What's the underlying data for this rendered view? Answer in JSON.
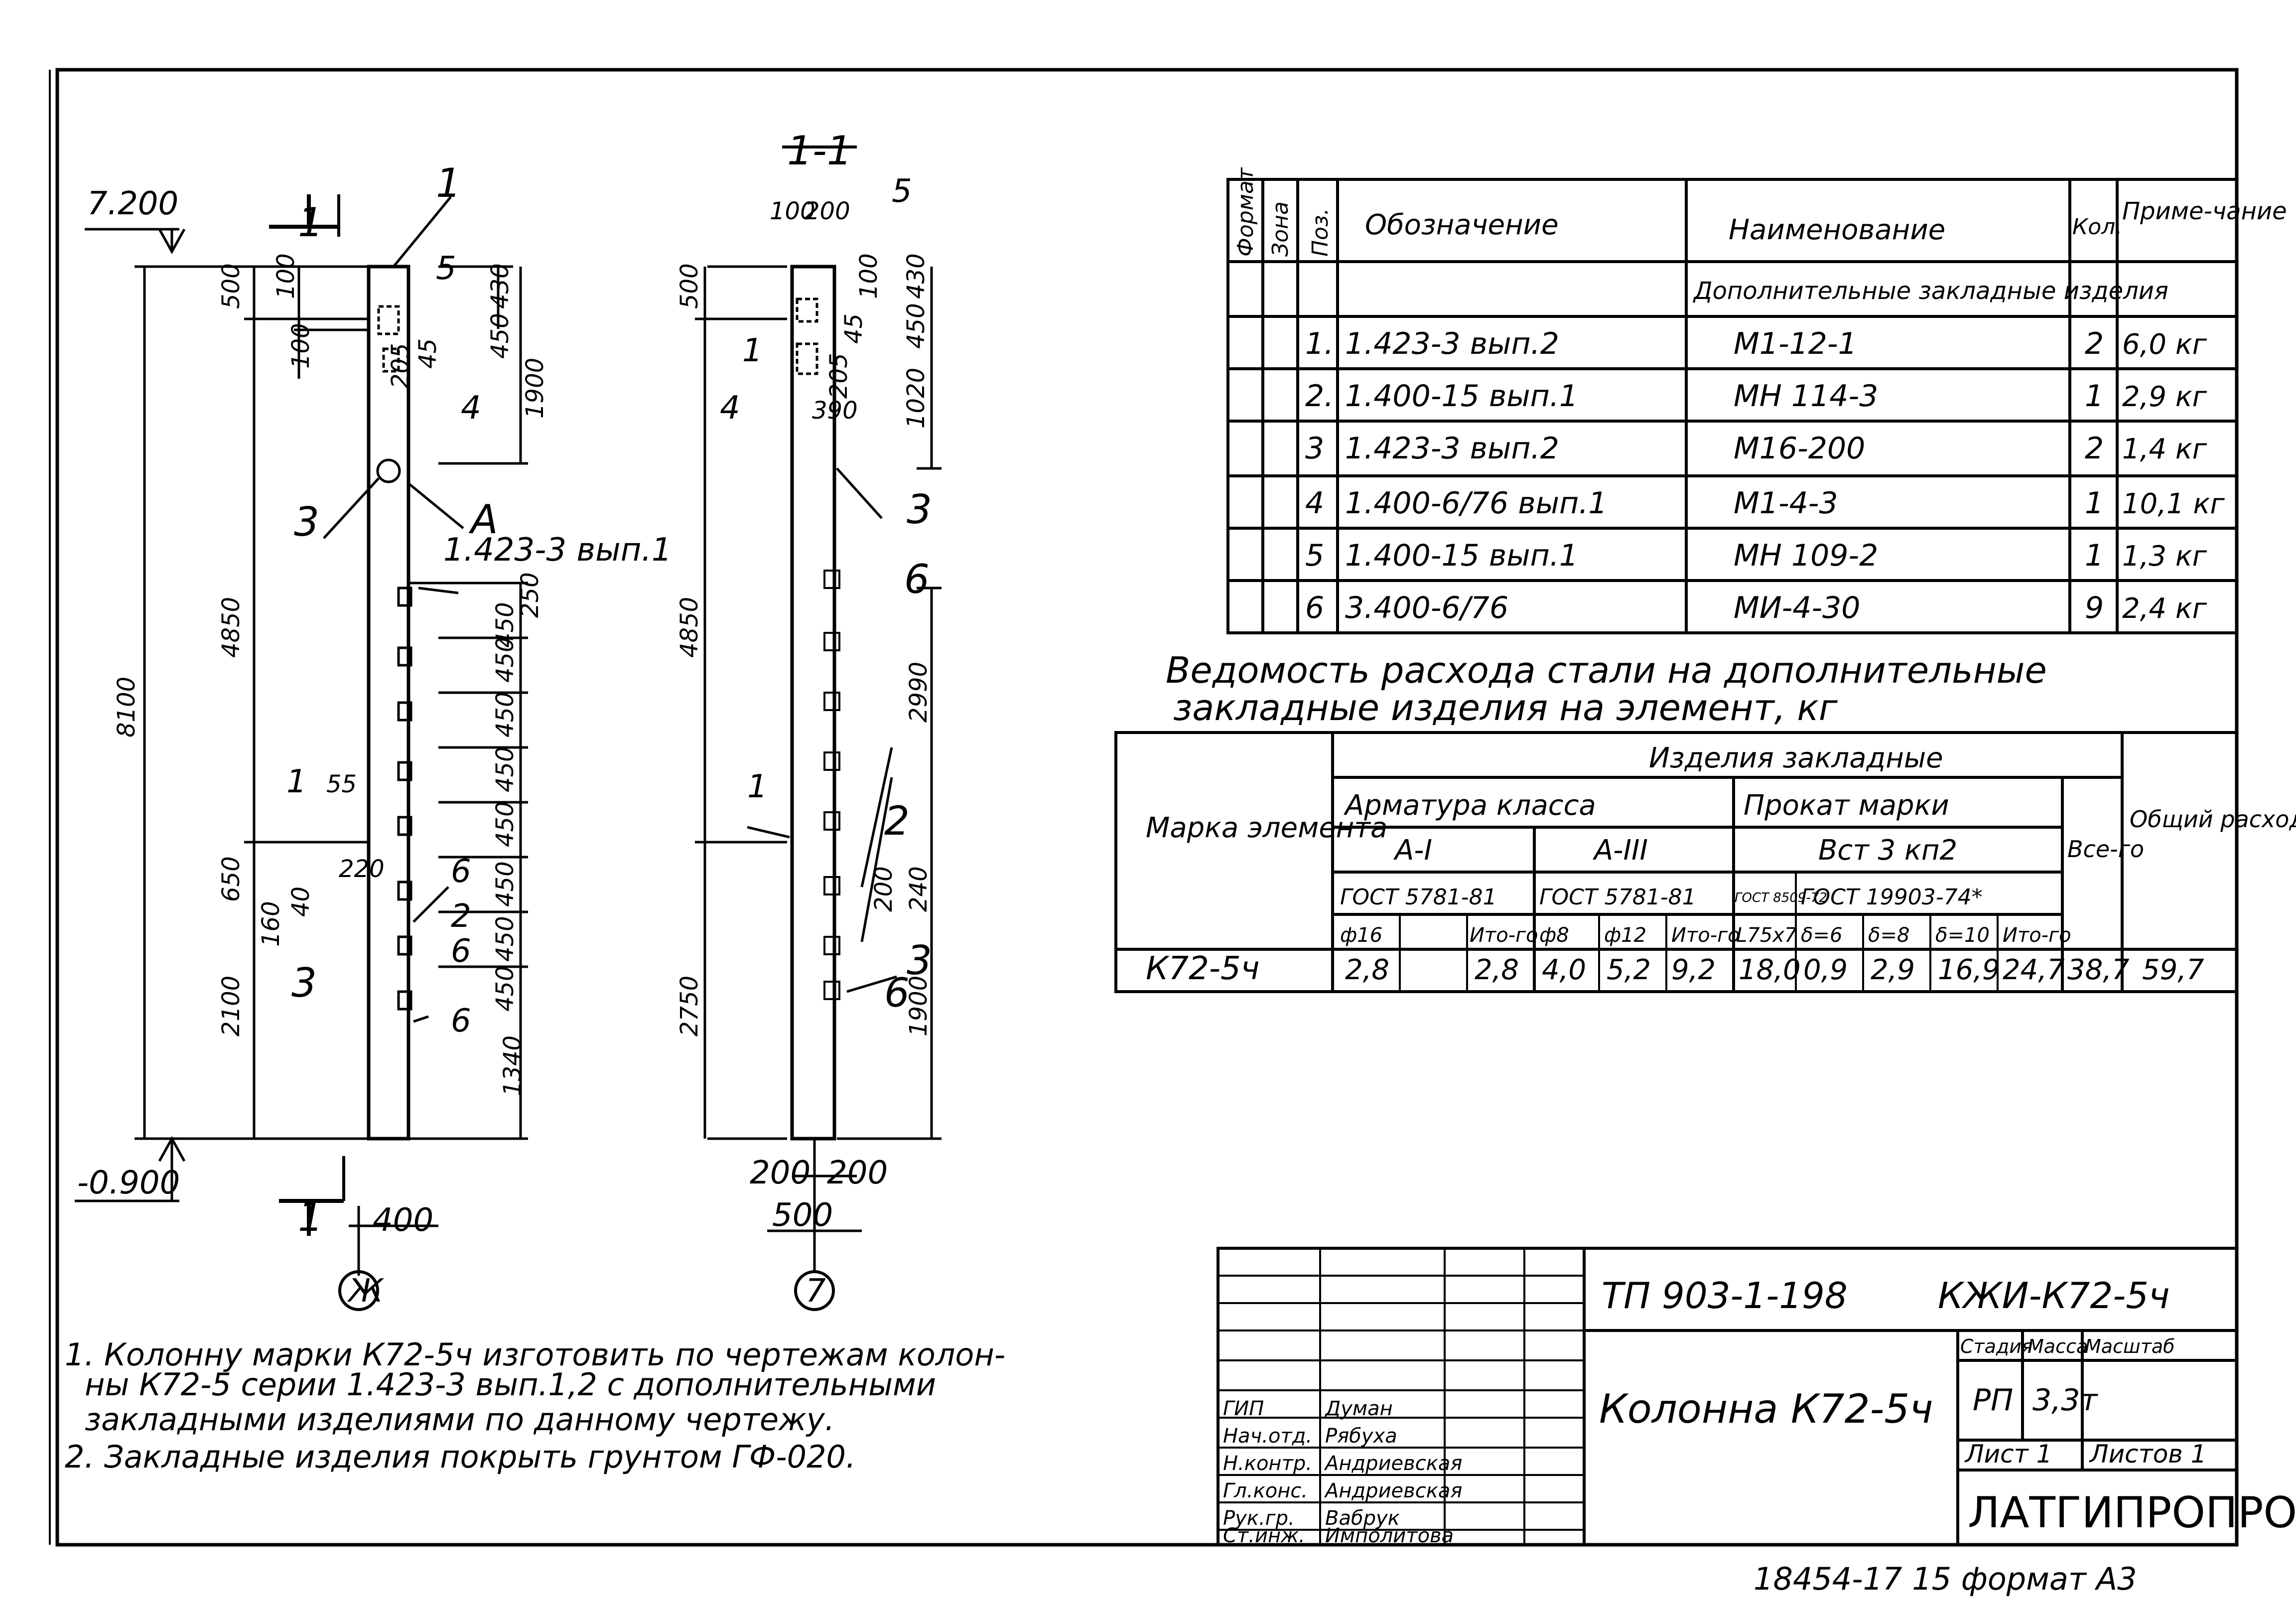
{
  "drawing": {
    "elev_top": "7.200",
    "elev_bottom": "-0.900",
    "section_mark": "1",
    "section_title": "1-1",
    "axis_left": "Ж",
    "axis_right": "7",
    "width_400": "400",
    "width_500": "500",
    "half_200a": "200",
    "half_200b": "200",
    "left_view": {
      "dims_vertical": [
        "500",
        "4850",
        "650",
        "2100",
        "8100"
      ],
      "dims_small": [
        "100",
        "100",
        "205",
        "45",
        "430",
        "450",
        "1900",
        "250",
        "450",
        "450",
        "450",
        "450",
        "450",
        "450",
        "450",
        "450",
        "1340",
        "55",
        "40",
        "220",
        "160"
      ],
      "callouts": [
        "1",
        "5",
        "4",
        "3",
        "A",
        "1.423-3 вып.1",
        "6",
        "1",
        "6",
        "2",
        "3",
        "6"
      ]
    },
    "right_view": {
      "dims_vertical": [
        "500",
        "4850",
        "2750"
      ],
      "dims_small": [
        "100",
        "200",
        "100",
        "45",
        "430",
        "450",
        "205",
        "390",
        "1020",
        "2990",
        "200",
        "240",
        "1900"
      ],
      "callouts": [
        "5",
        "1",
        "4",
        "3",
        "6",
        "1",
        "2",
        "3",
        "6"
      ]
    }
  },
  "spec_table": {
    "headers": [
      "Формат",
      "Зона",
      "Поз.",
      "Обозначение",
      "Наименование",
      "Кол.",
      "Приме-чание"
    ],
    "group": "Дополнительные закладные изделия",
    "rows": [
      {
        "pos": "1.",
        "code": "1.423-3 вып.2",
        "name": "М1-12-1",
        "qty": "2",
        "note": "6,0 кг"
      },
      {
        "pos": "2.",
        "code": "1.400-15 вып.1",
        "name": "МН 114-3",
        "qty": "1",
        "note": "2,9 кг"
      },
      {
        "pos": "3",
        "code": "1.423-3 вып.2",
        "name": "М16-200",
        "qty": "2",
        "note": "1,4 кг"
      },
      {
        "pos": "4",
        "code": "1.400-6/76 вып.1",
        "name": "М1-4-3",
        "qty": "1",
        "note": "10,1 кг"
      },
      {
        "pos": "5",
        "code": "1.400-15 вып.1",
        "name": "МН 109-2",
        "qty": "1",
        "note": "1,3 кг"
      },
      {
        "pos": "6",
        "code": "3.400-6/76",
        "name": "МИ-4-30",
        "qty": "9",
        "note": "2,4 кг"
      }
    ]
  },
  "steel": {
    "title_line1": "Ведомость расхода стали на дополнительные",
    "title_line2": "закладные изделия на элемент, кг",
    "h_mark": "Марка элемента",
    "h_items": "Изделия закладные",
    "h_armature": "Арматура класса",
    "h_rolled": "Прокат марки",
    "h_total": "Все-го",
    "h_overall": "Общий расход",
    "h_ai": "А-I",
    "h_aiii": "А-III",
    "h_vst": "Вст 3 кп2",
    "h_gost1": "ГОСТ 5781-81",
    "h_gost2": "ГОСТ 5781-81",
    "h_gost3": "ГОСТ 8509-72",
    "h_gost4": "ГОСТ 19903-74*",
    "subcols": [
      "ф16",
      "Ито-го",
      "ф8",
      "ф12",
      "Ито-го",
      "L75x7",
      "δ=6",
      "δ=8",
      "δ=10",
      "Ито-го"
    ],
    "row": [
      "К72-5ч",
      "2,8",
      "",
      "2,8",
      "4,0",
      "5,2",
      "9,2",
      "18,0",
      "0,9",
      "2,9",
      "16,9",
      "24,7",
      "38,7",
      "59,7"
    ]
  },
  "title_block": {
    "code": "ТП 903-1-198",
    "sheet_code": "КЖИ-К72-5ч",
    "name": "Колонна К72-5ч",
    "stage_h": "Стадия",
    "mass_h": "Масса",
    "scale_h": "Масштаб",
    "stage": "РП",
    "mass": "3,3т",
    "sheet": "Лист 1",
    "sheets": "Листов 1",
    "org": "ЛАТГИПРОПРОМ",
    "roles": [
      "ГИП",
      "Нач.отд.",
      "Н.контр.",
      "Гл.конс.",
      "Рук.гр.",
      "Ст.инж."
    ],
    "names": [
      "Думан",
      "Рябуха",
      "Андриевская",
      "Андриевская",
      "Вабрук",
      "Имполитова"
    ]
  },
  "notes": [
    "1. Колонну марки К72-5ч изготовить по чертежам колон-",
    "ны К72-5 серии 1.423-3 вып.1,2 с дополнительными",
    "закладными изделиями по данному чертежу.",
    "2. Закладные изделия покрыть грунтом ГФ-020."
  ],
  "footer": "18454-17 15 формат А3"
}
